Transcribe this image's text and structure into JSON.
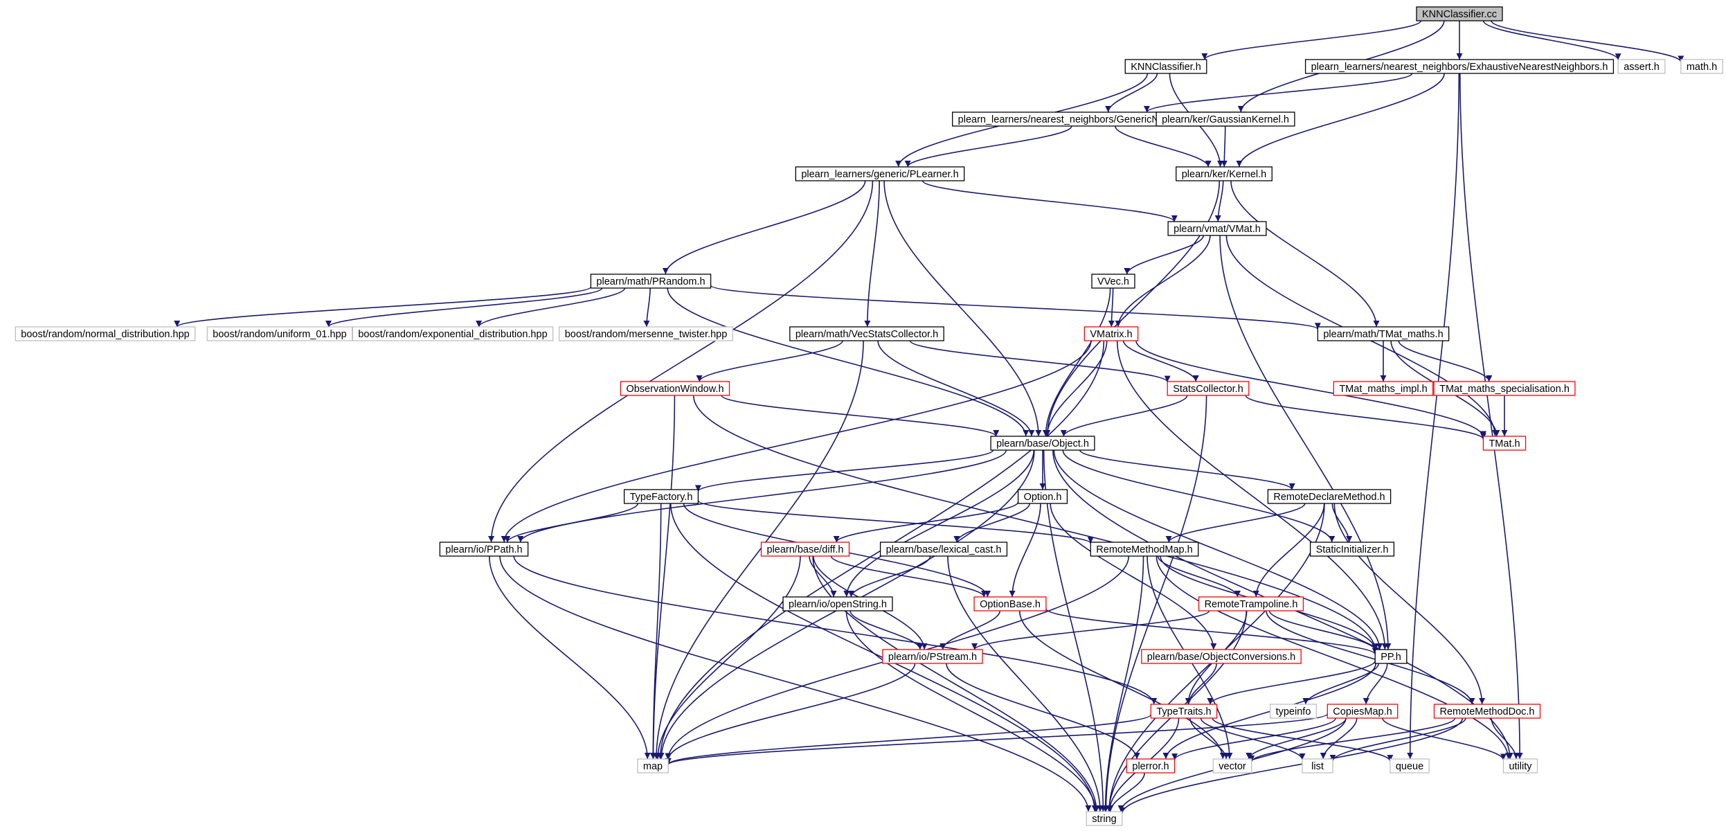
{
  "colors": {
    "edge": "#191970",
    "border_normal": "#000000",
    "border_truncated": "#ff0000",
    "border_external": "#bfbfbf",
    "fill_normal": "#ffffff",
    "fill_root": "#bfbfbf"
  },
  "nodes": [
    {
      "id": "knn_cc",
      "label": "KNNClassifier.cc",
      "kind": "root"
    },
    {
      "id": "knn_h",
      "label": "KNNClassifier.h",
      "kind": "normal"
    },
    {
      "id": "exh",
      "label": "plearn_learners/nearest_neighbors/ExhaustiveNearestNeighbors.h",
      "kind": "normal"
    },
    {
      "id": "assert",
      "label": "assert.h",
      "kind": "external"
    },
    {
      "id": "math",
      "label": "math.h",
      "kind": "external"
    },
    {
      "id": "gen_nn",
      "label": "plearn_learners/nearest_neighbors/GenericNearestNeighbors.h",
      "kind": "normal"
    },
    {
      "id": "gauss",
      "label": "plearn/ker/GaussianKernel.h",
      "kind": "normal"
    },
    {
      "id": "plearner",
      "label": "plearn_learners/generic/PLearner.h",
      "kind": "normal"
    },
    {
      "id": "kernel",
      "label": "plearn/ker/Kernel.h",
      "kind": "normal"
    },
    {
      "id": "vmat",
      "label": "plearn/vmat/VMat.h",
      "kind": "normal"
    },
    {
      "id": "vvec",
      "label": "VVec.h",
      "kind": "normal"
    },
    {
      "id": "prandom",
      "label": "plearn/math/PRandom.h",
      "kind": "normal"
    },
    {
      "id": "b_normal",
      "label": "boost/random/normal_distribution.hpp",
      "kind": "external"
    },
    {
      "id": "b_uniform",
      "label": "boost/random/uniform_01.hpp",
      "kind": "external"
    },
    {
      "id": "b_exp",
      "label": "boost/random/exponential_distribution.hpp",
      "kind": "external"
    },
    {
      "id": "b_mt",
      "label": "boost/random/mersenne_twister.hpp",
      "kind": "external"
    },
    {
      "id": "vecstats",
      "label": "plearn/math/VecStatsCollector.h",
      "kind": "normal"
    },
    {
      "id": "vmatrix",
      "label": "VMatrix.h",
      "kind": "truncated"
    },
    {
      "id": "tmatmaths",
      "label": "plearn/math/TMat_maths.h",
      "kind": "normal"
    },
    {
      "id": "obswin",
      "label": "ObservationWindow.h",
      "kind": "truncated"
    },
    {
      "id": "statscol",
      "label": "StatsCollector.h",
      "kind": "truncated"
    },
    {
      "id": "tm_impl",
      "label": "TMat_maths_impl.h",
      "kind": "truncated"
    },
    {
      "id": "tm_spec",
      "label": "TMat_maths_specialisation.h",
      "kind": "truncated"
    },
    {
      "id": "object",
      "label": "plearn/base/Object.h",
      "kind": "normal"
    },
    {
      "id": "tmat",
      "label": "TMat.h",
      "kind": "truncated"
    },
    {
      "id": "typefac",
      "label": "TypeFactory.h",
      "kind": "normal"
    },
    {
      "id": "option",
      "label": "Option.h",
      "kind": "normal"
    },
    {
      "id": "remdecl",
      "label": "RemoteDeclareMethod.h",
      "kind": "normal"
    },
    {
      "id": "ppath",
      "label": "plearn/io/PPath.h",
      "kind": "normal"
    },
    {
      "id": "diff",
      "label": "plearn/base/diff.h",
      "kind": "truncated"
    },
    {
      "id": "lexcast",
      "label": "plearn/base/lexical_cast.h",
      "kind": "normal"
    },
    {
      "id": "remmap",
      "label": "RemoteMethodMap.h",
      "kind": "normal"
    },
    {
      "id": "staticinit",
      "label": "StaticInitializer.h",
      "kind": "normal"
    },
    {
      "id": "openstr",
      "label": "plearn/io/openString.h",
      "kind": "normal"
    },
    {
      "id": "optbase",
      "label": "OptionBase.h",
      "kind": "truncated"
    },
    {
      "id": "remtramp",
      "label": "RemoteTrampoline.h",
      "kind": "truncated"
    },
    {
      "id": "pstream",
      "label": "plearn/io/PStream.h",
      "kind": "truncated"
    },
    {
      "id": "objconv",
      "label": "plearn/base/ObjectConversions.h",
      "kind": "truncated"
    },
    {
      "id": "pp",
      "label": "PP.h",
      "kind": "normal"
    },
    {
      "id": "typeinfo",
      "label": "typeinfo",
      "kind": "external"
    },
    {
      "id": "typetraits",
      "label": "TypeTraits.h",
      "kind": "truncated"
    },
    {
      "id": "copiesmap",
      "label": "CopiesMap.h",
      "kind": "truncated"
    },
    {
      "id": "remdoc",
      "label": "RemoteMethodDoc.h",
      "kind": "truncated"
    },
    {
      "id": "map",
      "label": "map",
      "kind": "external"
    },
    {
      "id": "plerror",
      "label": "plerror.h",
      "kind": "truncated"
    },
    {
      "id": "vector",
      "label": "vector",
      "kind": "external"
    },
    {
      "id": "list",
      "label": "list",
      "kind": "external"
    },
    {
      "id": "queue",
      "label": "queue",
      "kind": "external"
    },
    {
      "id": "utility",
      "label": "utility",
      "kind": "external"
    },
    {
      "id": "string",
      "label": "string",
      "kind": "external"
    }
  ],
  "edges": [
    [
      "knn_cc",
      "knn_h"
    ],
    [
      "knn_cc",
      "exh"
    ],
    [
      "knn_cc",
      "assert"
    ],
    [
      "knn_cc",
      "math"
    ],
    [
      "knn_cc",
      "gauss"
    ],
    [
      "knn_h",
      "gen_nn"
    ],
    [
      "knn_h",
      "kernel"
    ],
    [
      "knn_h",
      "plearner"
    ],
    [
      "exh",
      "gen_nn"
    ],
    [
      "exh",
      "kernel"
    ],
    [
      "exh",
      "queue"
    ],
    [
      "exh",
      "utility"
    ],
    [
      "gauss",
      "kernel"
    ],
    [
      "gen_nn",
      "plearner"
    ],
    [
      "gen_nn",
      "kernel"
    ],
    [
      "plearner",
      "prandom"
    ],
    [
      "plearner",
      "vecstats"
    ],
    [
      "plearner",
      "object"
    ],
    [
      "plearner",
      "ppath"
    ],
    [
      "plearner",
      "vmat"
    ],
    [
      "kernel",
      "vmat"
    ],
    [
      "kernel",
      "object"
    ],
    [
      "kernel",
      "tmatmaths"
    ],
    [
      "vmat",
      "vvec"
    ],
    [
      "vmat",
      "vmatrix"
    ],
    [
      "vmat",
      "pp"
    ],
    [
      "vmat",
      "tmat"
    ],
    [
      "vvec",
      "vmatrix"
    ],
    [
      "vvec",
      "object"
    ],
    [
      "prandom",
      "b_normal"
    ],
    [
      "prandom",
      "b_uniform"
    ],
    [
      "prandom",
      "b_exp"
    ],
    [
      "prandom",
      "b_mt"
    ],
    [
      "prandom",
      "object"
    ],
    [
      "prandom",
      "tmatmaths"
    ],
    [
      "vecstats",
      "obswin"
    ],
    [
      "vecstats",
      "statscol"
    ],
    [
      "vecstats",
      "object"
    ],
    [
      "vecstats",
      "map"
    ],
    [
      "vmatrix",
      "object"
    ],
    [
      "vmatrix",
      "statscol"
    ],
    [
      "vmatrix",
      "tmat"
    ],
    [
      "vmatrix",
      "ppath"
    ],
    [
      "vmatrix",
      "map"
    ],
    [
      "vmatrix",
      "pp"
    ],
    [
      "tmatmaths",
      "tm_impl"
    ],
    [
      "tmatmaths",
      "tm_spec"
    ],
    [
      "tmatmaths",
      "tmat"
    ],
    [
      "tm_spec",
      "tmat"
    ],
    [
      "obswin",
      "object"
    ],
    [
      "obswin",
      "map"
    ],
    [
      "obswin",
      "pp"
    ],
    [
      "statscol",
      "object"
    ],
    [
      "statscol",
      "tmat"
    ],
    [
      "statscol",
      "string"
    ],
    [
      "object",
      "typefac"
    ],
    [
      "object",
      "option"
    ],
    [
      "object",
      "remdecl"
    ],
    [
      "object",
      "ppath"
    ],
    [
      "object",
      "staticinit"
    ],
    [
      "object",
      "pp"
    ],
    [
      "object",
      "string"
    ],
    [
      "object",
      "openstr"
    ],
    [
      "object",
      "map"
    ],
    [
      "object",
      "utility"
    ],
    [
      "typefac",
      "ppath"
    ],
    [
      "typefac",
      "optbase"
    ],
    [
      "typefac",
      "remmap"
    ],
    [
      "typefac",
      "map"
    ],
    [
      "typefac",
      "string"
    ],
    [
      "option",
      "diff"
    ],
    [
      "option",
      "lexcast"
    ],
    [
      "option",
      "optbase"
    ],
    [
      "option",
      "objconv"
    ],
    [
      "remdecl",
      "remmap"
    ],
    [
      "remdecl",
      "staticinit"
    ],
    [
      "remdecl",
      "remtramp"
    ],
    [
      "remdecl",
      "remdoc"
    ],
    [
      "remdecl",
      "string"
    ],
    [
      "ppath",
      "typetraits"
    ],
    [
      "ppath",
      "map"
    ],
    [
      "ppath",
      "string"
    ],
    [
      "diff",
      "openstr"
    ],
    [
      "diff",
      "pstream"
    ],
    [
      "diff",
      "optbase"
    ],
    [
      "diff",
      "map"
    ],
    [
      "diff",
      "string"
    ],
    [
      "lexcast",
      "openstr"
    ],
    [
      "lexcast",
      "string"
    ],
    [
      "remmap",
      "remtramp"
    ],
    [
      "remmap",
      "pp"
    ],
    [
      "remmap",
      "map"
    ],
    [
      "remmap",
      "vector"
    ],
    [
      "remmap",
      "string"
    ],
    [
      "remmap",
      "utility"
    ],
    [
      "openstr",
      "pstream"
    ],
    [
      "openstr",
      "string"
    ],
    [
      "optbase",
      "pstream"
    ],
    [
      "optbase",
      "pp"
    ],
    [
      "optbase",
      "vector"
    ],
    [
      "remtramp",
      "pstream"
    ],
    [
      "remtramp",
      "pp"
    ],
    [
      "remtramp",
      "typetraits"
    ],
    [
      "remtramp",
      "remdoc"
    ],
    [
      "remtramp",
      "string"
    ],
    [
      "pstream",
      "map"
    ],
    [
      "pstream",
      "plerror"
    ],
    [
      "objconv",
      "typetraits"
    ],
    [
      "pp",
      "typeinfo"
    ],
    [
      "pp",
      "typetraits"
    ],
    [
      "pp",
      "copiesmap"
    ],
    [
      "pp",
      "plerror"
    ],
    [
      "typetraits",
      "map"
    ],
    [
      "typetraits",
      "vector"
    ],
    [
      "typetraits",
      "list"
    ],
    [
      "typetraits",
      "queue"
    ],
    [
      "typetraits",
      "string"
    ],
    [
      "copiesmap",
      "map"
    ],
    [
      "copiesmap",
      "vector"
    ],
    [
      "copiesmap",
      "list"
    ],
    [
      "copiesmap",
      "utility"
    ],
    [
      "copiesmap",
      "string"
    ],
    [
      "copiesmap",
      "plerror"
    ],
    [
      "remdoc",
      "list"
    ],
    [
      "remdoc",
      "vector"
    ],
    [
      "remdoc",
      "utility"
    ],
    [
      "remdoc",
      "string"
    ],
    [
      "plerror",
      "string"
    ]
  ]
}
